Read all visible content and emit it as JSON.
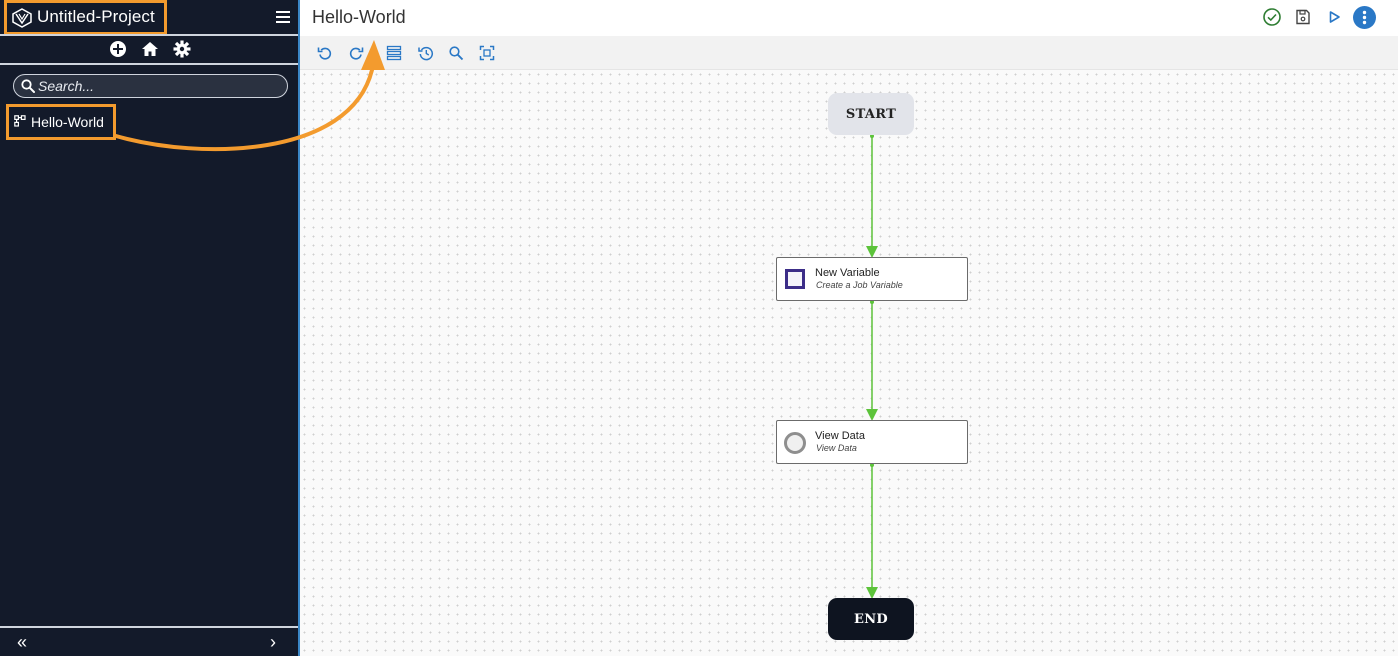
{
  "sidebar": {
    "project_name": "Untitled-Project",
    "search": {
      "placeholder": "Search...",
      "value": ""
    },
    "tools": [
      "add-icon",
      "home-icon",
      "gear-icon"
    ],
    "jobs": [
      {
        "label": "Hello-World",
        "icon": "job-icon"
      }
    ],
    "collapse_left": "«",
    "collapse_right": "›"
  },
  "header": {
    "job_title": "Hello-World",
    "actions": [
      "validate-icon",
      "save-icon",
      "run-icon",
      "more-icon"
    ]
  },
  "toolbar": {
    "tools": [
      "undo-icon",
      "redo-icon",
      "layout-icon",
      "history-icon",
      "zoom-icon",
      "fit-icon"
    ]
  },
  "canvas": {
    "start": {
      "label": "START"
    },
    "nodes": [
      {
        "title": "New Variable",
        "subtitle": "Create a Job Variable"
      },
      {
        "title": "View Data",
        "subtitle": "View Data"
      }
    ],
    "end": {
      "label": "END"
    }
  },
  "colors": {
    "sidebar_bg": "#131a2a",
    "accent_blue": "#2a78c6",
    "highlight_orange": "#f39b2e",
    "edge_green": "#5cc33a"
  }
}
